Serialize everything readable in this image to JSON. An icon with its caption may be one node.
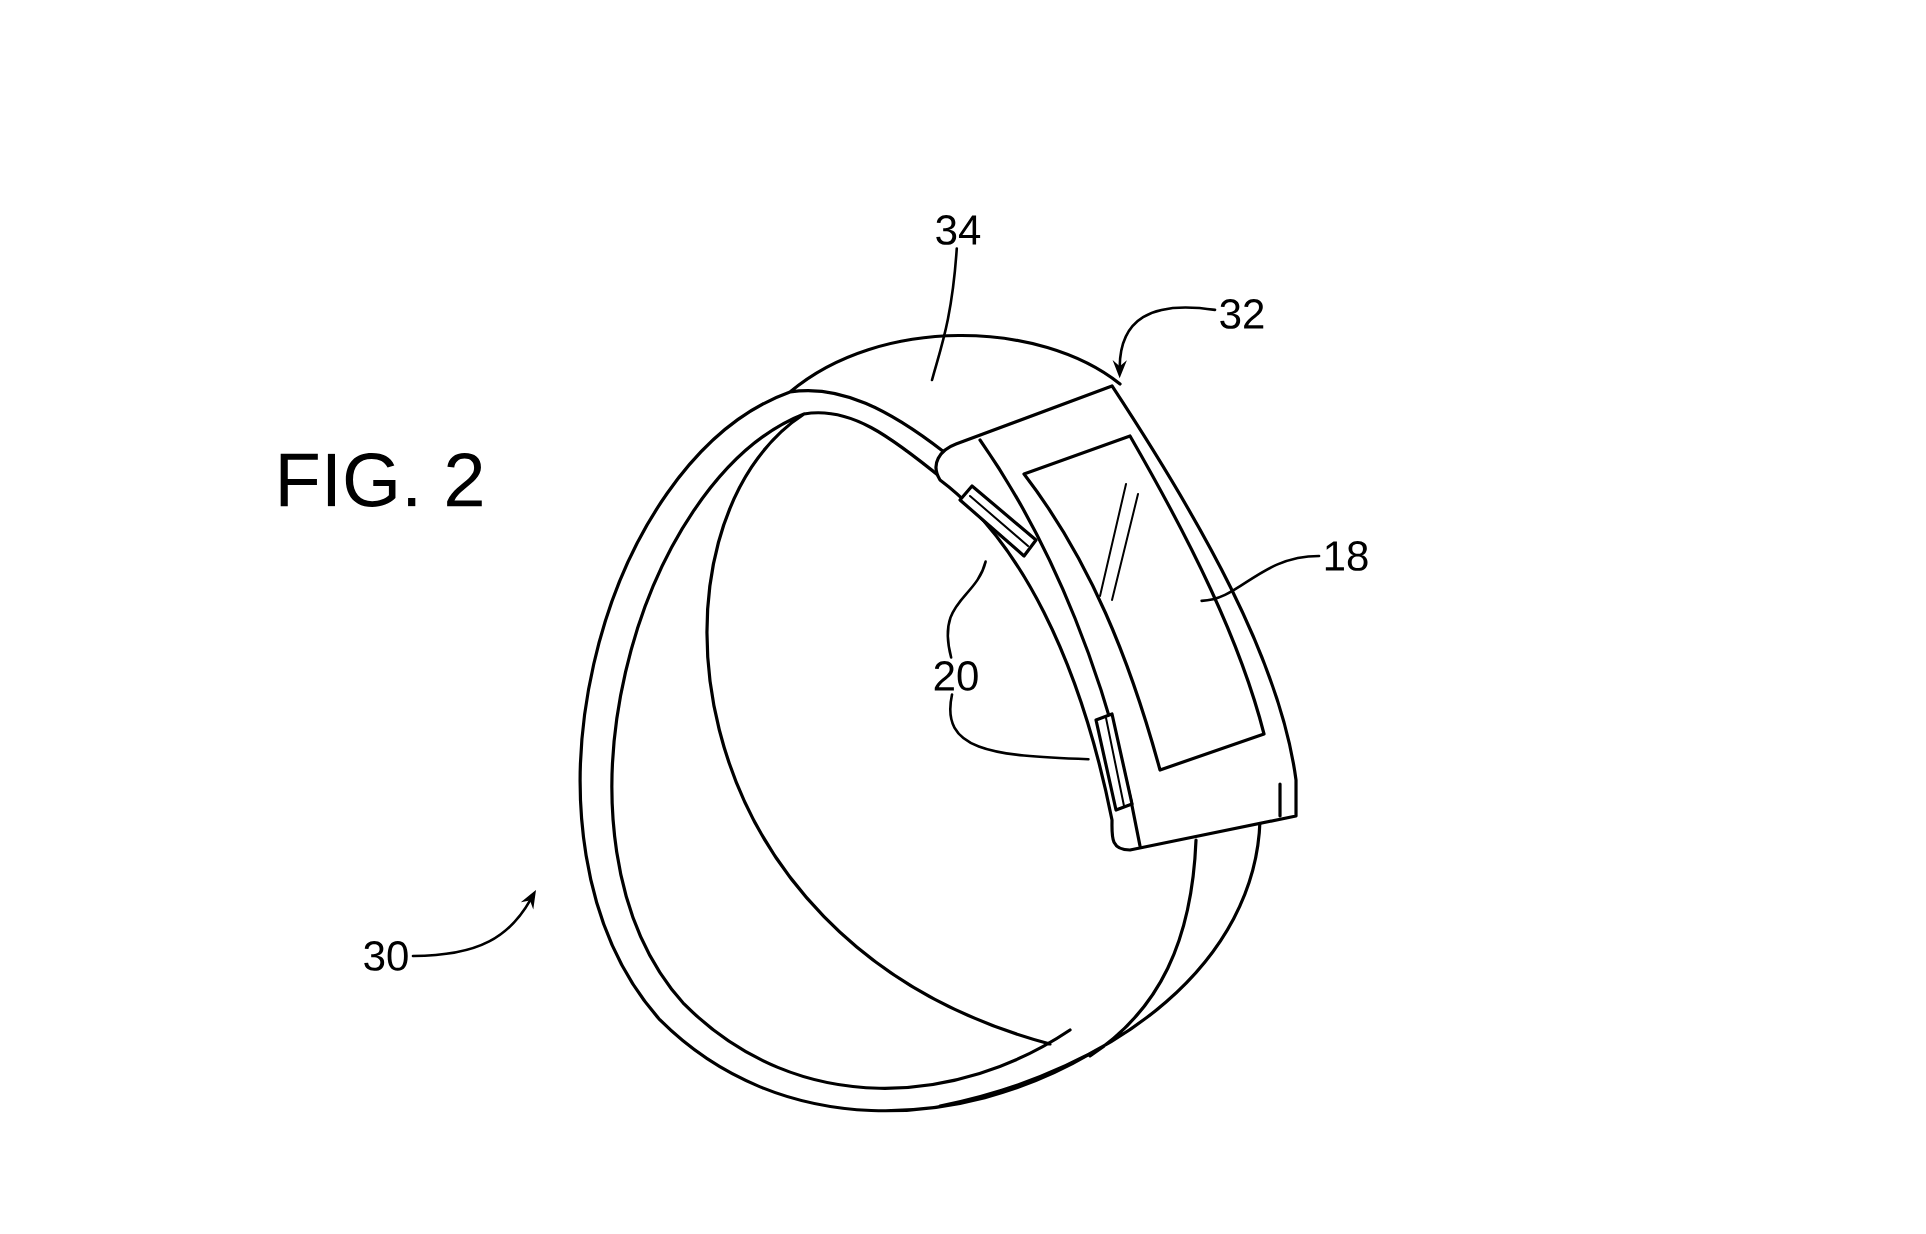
{
  "diagram": {
    "title": "FIG. 2",
    "nodes": [
      {
        "text": [
          "34"
        ]
      },
      {
        "text": [
          "32"
        ]
      },
      {
        "text": [
          "18"
        ]
      },
      {
        "text": [
          "20"
        ]
      },
      {
        "text": [
          "30"
        ]
      },
      {
        "text": [],
        "shape": "box"
      },
      {
        "text": [],
        "shape": "box",
        "in": 5
      },
      {
        "text": [],
        "shape": "box",
        "in": 5
      },
      {
        "text": [],
        "shape": "box",
        "in": 5
      }
    ],
    "edges": [
      {
        "from": 0,
        "to": null,
        "arrow": "none"
      },
      {
        "from": 1,
        "to": 5,
        "arrow": "to"
      },
      {
        "from": 2,
        "to": 6,
        "arrow": "none"
      },
      {
        "from": 3,
        "to": 7,
        "arrow": "none"
      },
      {
        "from": 3,
        "to": 8,
        "arrow": "none"
      },
      {
        "from": 4,
        "to": null,
        "arrow": "to"
      }
    ]
  }
}
